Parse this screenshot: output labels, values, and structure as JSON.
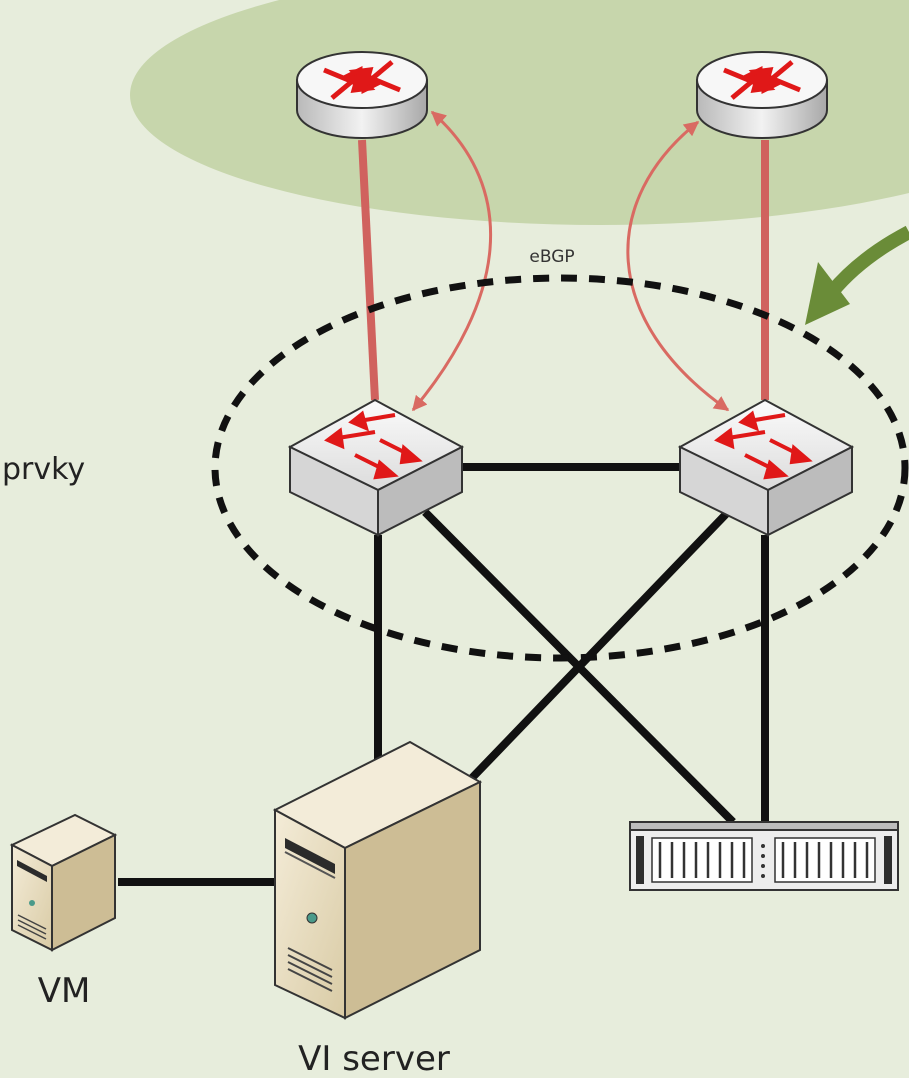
{
  "labels": {
    "ebgp": "eBGP",
    "side": "prvky",
    "vm": "VM",
    "vi_server": "VI server"
  },
  "colors": {
    "background": "#e7eddc",
    "cloud": "#c7d6ac",
    "uplink_red": "#d0625e",
    "arrow_red": "#d96a62",
    "green_arrow": "#6a8c38",
    "cable_black": "#111111",
    "device_red": "#e01818",
    "server_beige": "#e4d9be"
  },
  "icons": {
    "router": "router-icon",
    "switch": "switch-icon",
    "vi_server": "tower-server-icon",
    "vm": "small-server-icon",
    "storage": "storage-array-icon"
  }
}
